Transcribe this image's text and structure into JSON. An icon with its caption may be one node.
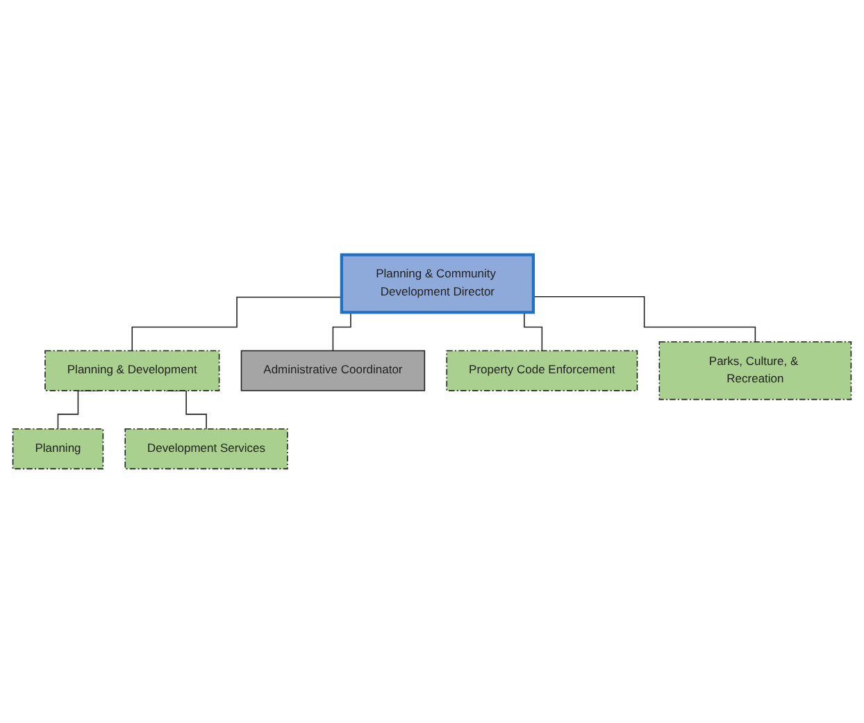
{
  "diagram": {
    "nodes": [
      {
        "text": [
          "Planning & Community Development Director"
        ]
      },
      {
        "text": [
          "Planning & Development"
        ]
      },
      {
        "text": [
          "Administrative Coordinator"
        ]
      },
      {
        "text": [
          "Planning"
        ]
      },
      {
        "text": [
          "Property Code Enforcement"
        ]
      },
      {
        "text": [
          "Development Services"
        ]
      },
      {
        "text": [
          "Parks, Culture, & Recreation"
        ]
      }
    ],
    "edges": [
      {
        "from": 0,
        "to": 1,
        "arrow": "none"
      },
      {
        "from": 0,
        "to": 2,
        "arrow": "none"
      },
      {
        "from": 0,
        "to": 4,
        "arrow": "none"
      },
      {
        "from": 0,
        "to": 6,
        "arrow": "none"
      },
      {
        "from": 1,
        "to": 3,
        "arrow": "none"
      },
      {
        "from": 1,
        "to": 5,
        "arrow": "none"
      }
    ]
  }
}
